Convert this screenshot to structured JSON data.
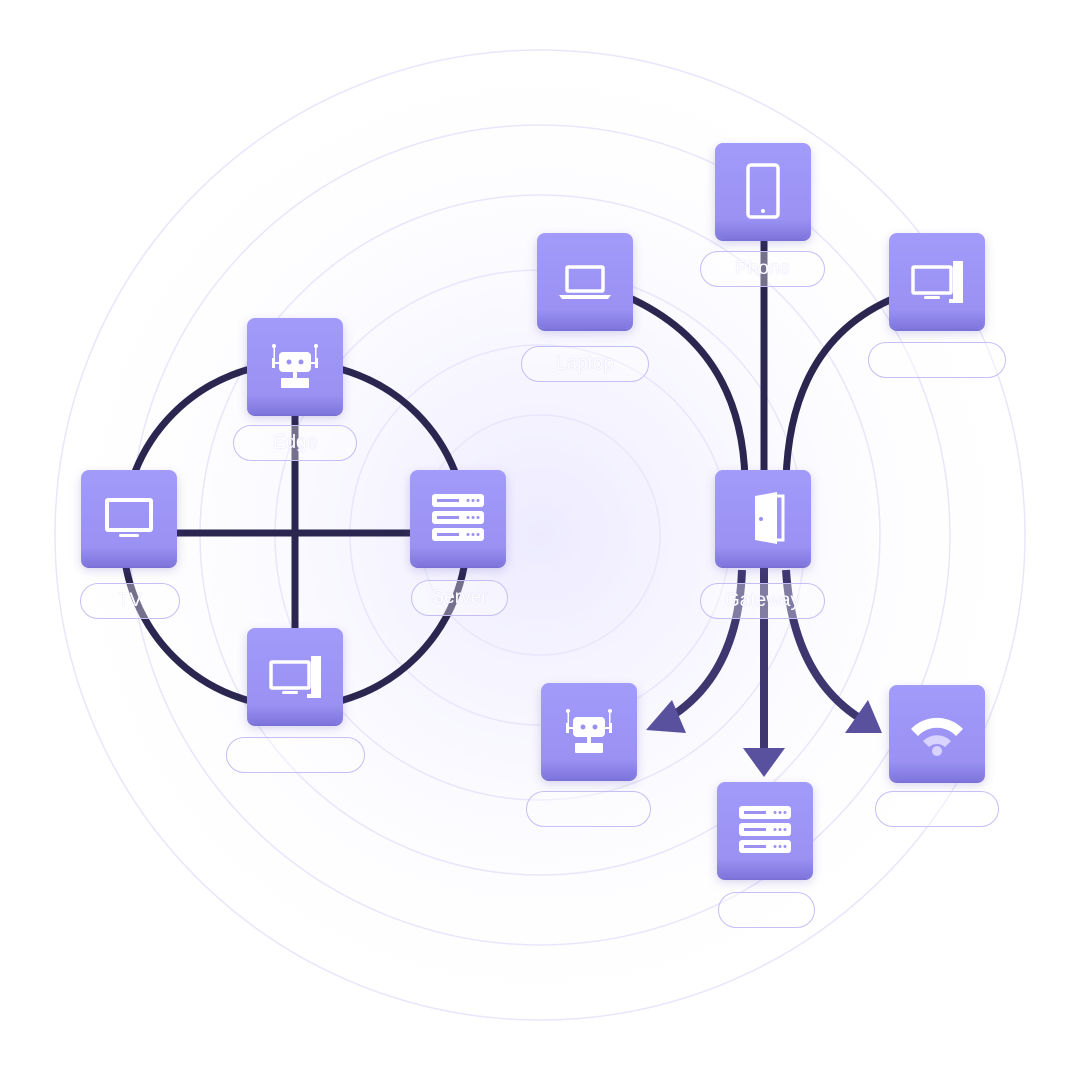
{
  "diagram": {
    "left_cluster": {
      "nodes": [
        {
          "id": "robot-top",
          "icon": "robot-icon",
          "label": "Edge"
        },
        {
          "id": "tv-left",
          "icon": "monitor-icon",
          "label": "TV"
        },
        {
          "id": "server-right",
          "icon": "server-icon",
          "label": "Server"
        },
        {
          "id": "desktop-bottom",
          "icon": "desktop-icon",
          "label": ""
        }
      ]
    },
    "right_cluster": {
      "hub": {
        "icon": "door-icon",
        "label": "Gateway"
      },
      "sources": [
        {
          "icon": "laptop-icon",
          "label": "Laptop"
        },
        {
          "icon": "phone-icon",
          "label": "Phone"
        },
        {
          "icon": "desktop-icon",
          "label": ""
        }
      ],
      "targets": [
        {
          "icon": "robot-icon",
          "label": ""
        },
        {
          "icon": "server-icon",
          "label": ""
        },
        {
          "icon": "wifi-icon",
          "label": ""
        }
      ]
    },
    "colors": {
      "node_fill": "#9a91f3",
      "connector": "#2b2650",
      "arrow": "#5a519e",
      "label_border": "#c4bff5",
      "ring": "#e8e6fb"
    }
  }
}
